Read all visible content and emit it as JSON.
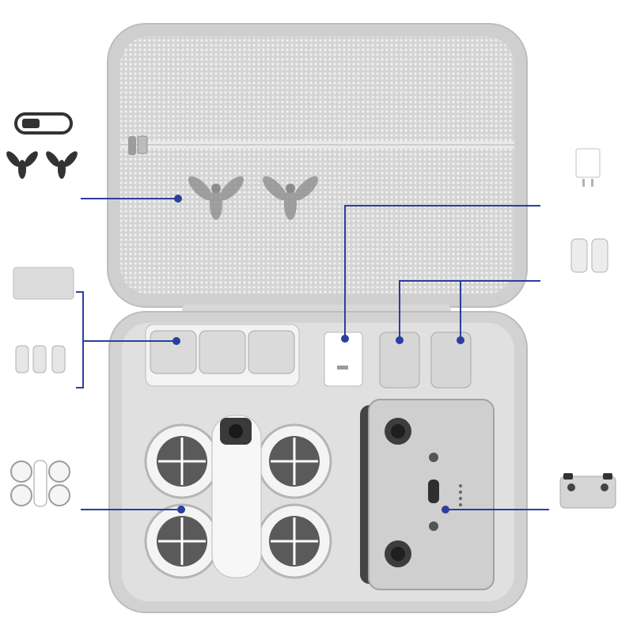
{
  "product": {
    "case_color": "#d9d9d9",
    "mesh_color": "#cfcfcf",
    "lining_color": "#e2e2e2",
    "callout_color": "#2a3f9e"
  },
  "callouts": [
    {
      "item": "propellers-and-cable",
      "pocket": "mesh-lid-pocket",
      "icon": "propeller-icon"
    },
    {
      "item": "charger",
      "pocket": "charger-slot",
      "icon": "power-adapter-icon"
    },
    {
      "item": "batteries",
      "pocket": "battery-slots",
      "icon": "battery-icon"
    },
    {
      "item": "charging-hub-and-batteries",
      "pocket": "hub-slot",
      "icon": "charging-hub-icon"
    },
    {
      "item": "drone",
      "pocket": "drone-slot",
      "icon": "drone-icon"
    },
    {
      "item": "remote-controller",
      "pocket": "controller-slot",
      "icon": "controller-icon"
    }
  ]
}
